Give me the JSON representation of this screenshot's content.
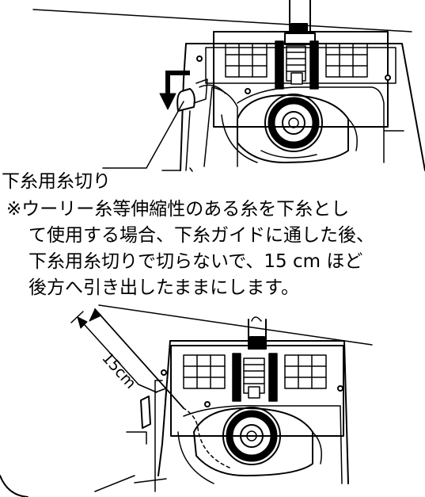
{
  "callout_label": "下糸用糸切り",
  "note": {
    "lines": [
      "※ウーリー糸等伸縮性のある糸を下糸とし",
      "て使用する場合、下糸ガイドに通した後、",
      "下糸用糸切りで切らないで、15 cm ほど",
      "後方へ引き出したままにします。"
    ]
  },
  "dimension_label": "15cm"
}
